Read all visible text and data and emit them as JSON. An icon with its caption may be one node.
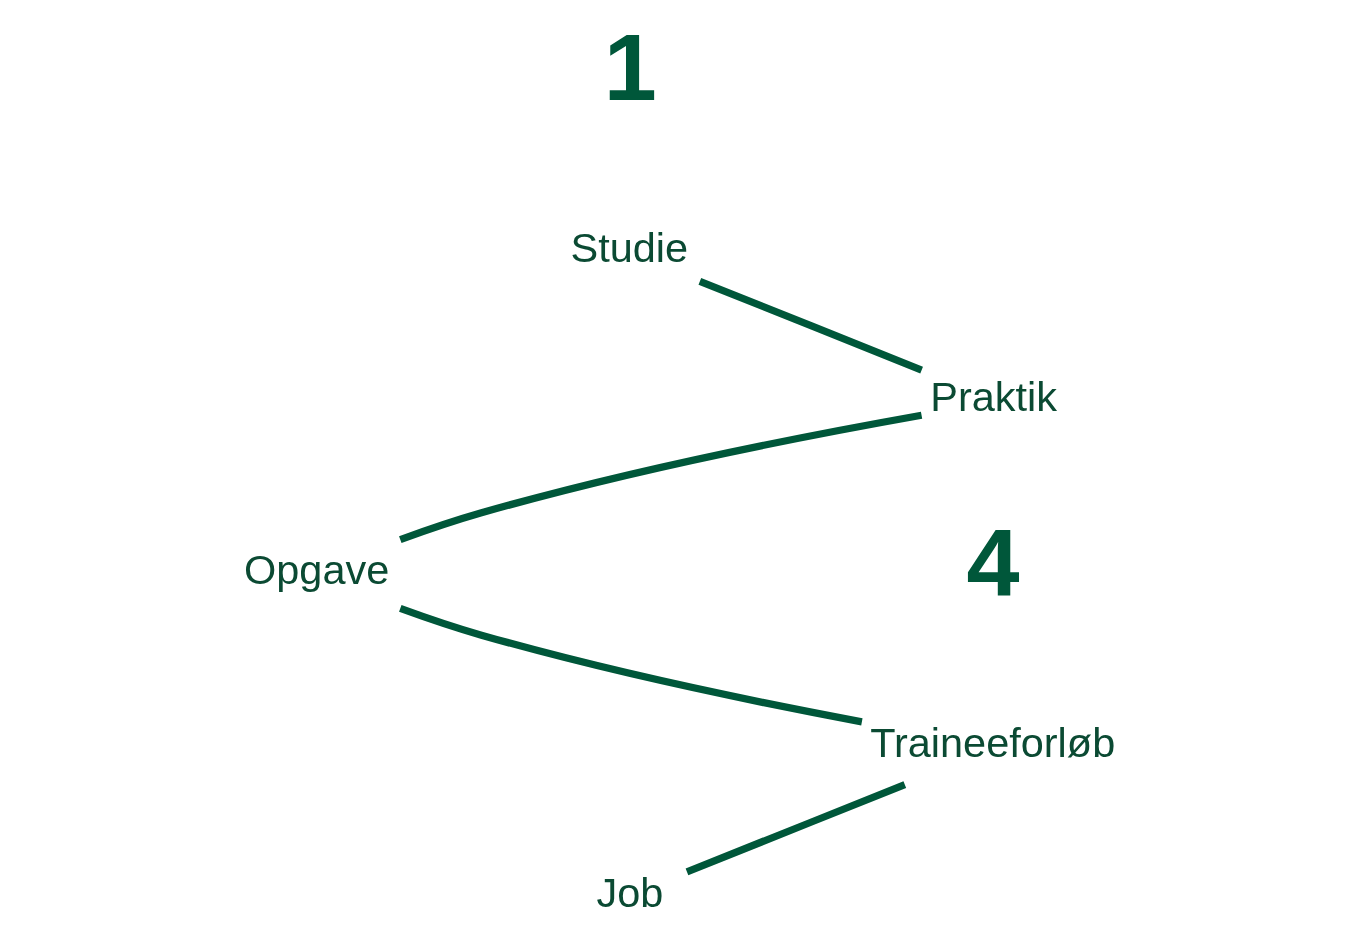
{
  "diagram": {
    "nodes": [
      {
        "text": [
          "Studie"
        ]
      },
      {
        "text": [
          "Praktik"
        ]
      },
      {
        "text": [
          "Opgave"
        ]
      },
      {
        "text": [
          "Traineeforløb"
        ]
      },
      {
        "text": [
          "Job"
        ]
      }
    ],
    "edges": [
      {
        "from": 0,
        "to": 1,
        "arrow": "none"
      },
      {
        "from": 1,
        "to": 2,
        "arrow": "none"
      },
      {
        "from": 2,
        "to": 3,
        "arrow": "none"
      },
      {
        "from": 3,
        "to": 4,
        "arrow": "none"
      }
    ],
    "labels": [
      "1",
      "4"
    ]
  }
}
